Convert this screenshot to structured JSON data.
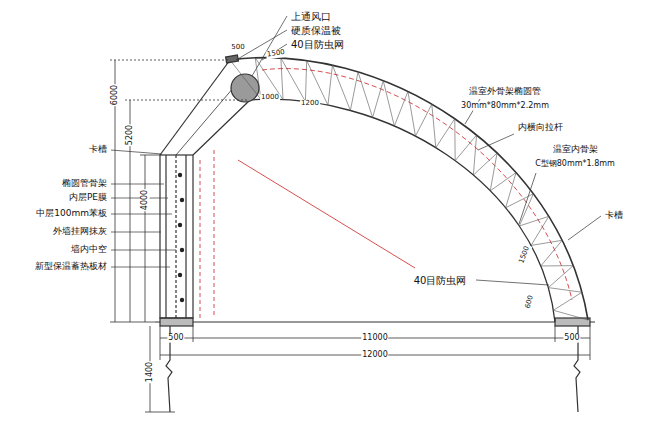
{
  "diagram": {
    "labels": [
      "上通风口",
      "硬质保温被",
      "40目防虫网",
      "温室外骨架椭圆管",
      "30mm*80mm*2.2mm",
      "内横向拉杆",
      "温室内骨架",
      "C型钢80mm*1.8mm",
      "卡槽",
      "椭圆管骨架",
      "内层PE膜",
      "中层100mm苯板",
      "外墙挂网抹灰",
      "墙内中空",
      "新型保温蓄热板材",
      "卡槽",
      "40目防虫网",
      "500",
      "1500",
      "1000",
      "1200",
      "6000",
      "5200",
      "4000",
      "500",
      "11000",
      "500",
      "12000",
      "1400",
      "1500",
      "600"
    ]
  }
}
